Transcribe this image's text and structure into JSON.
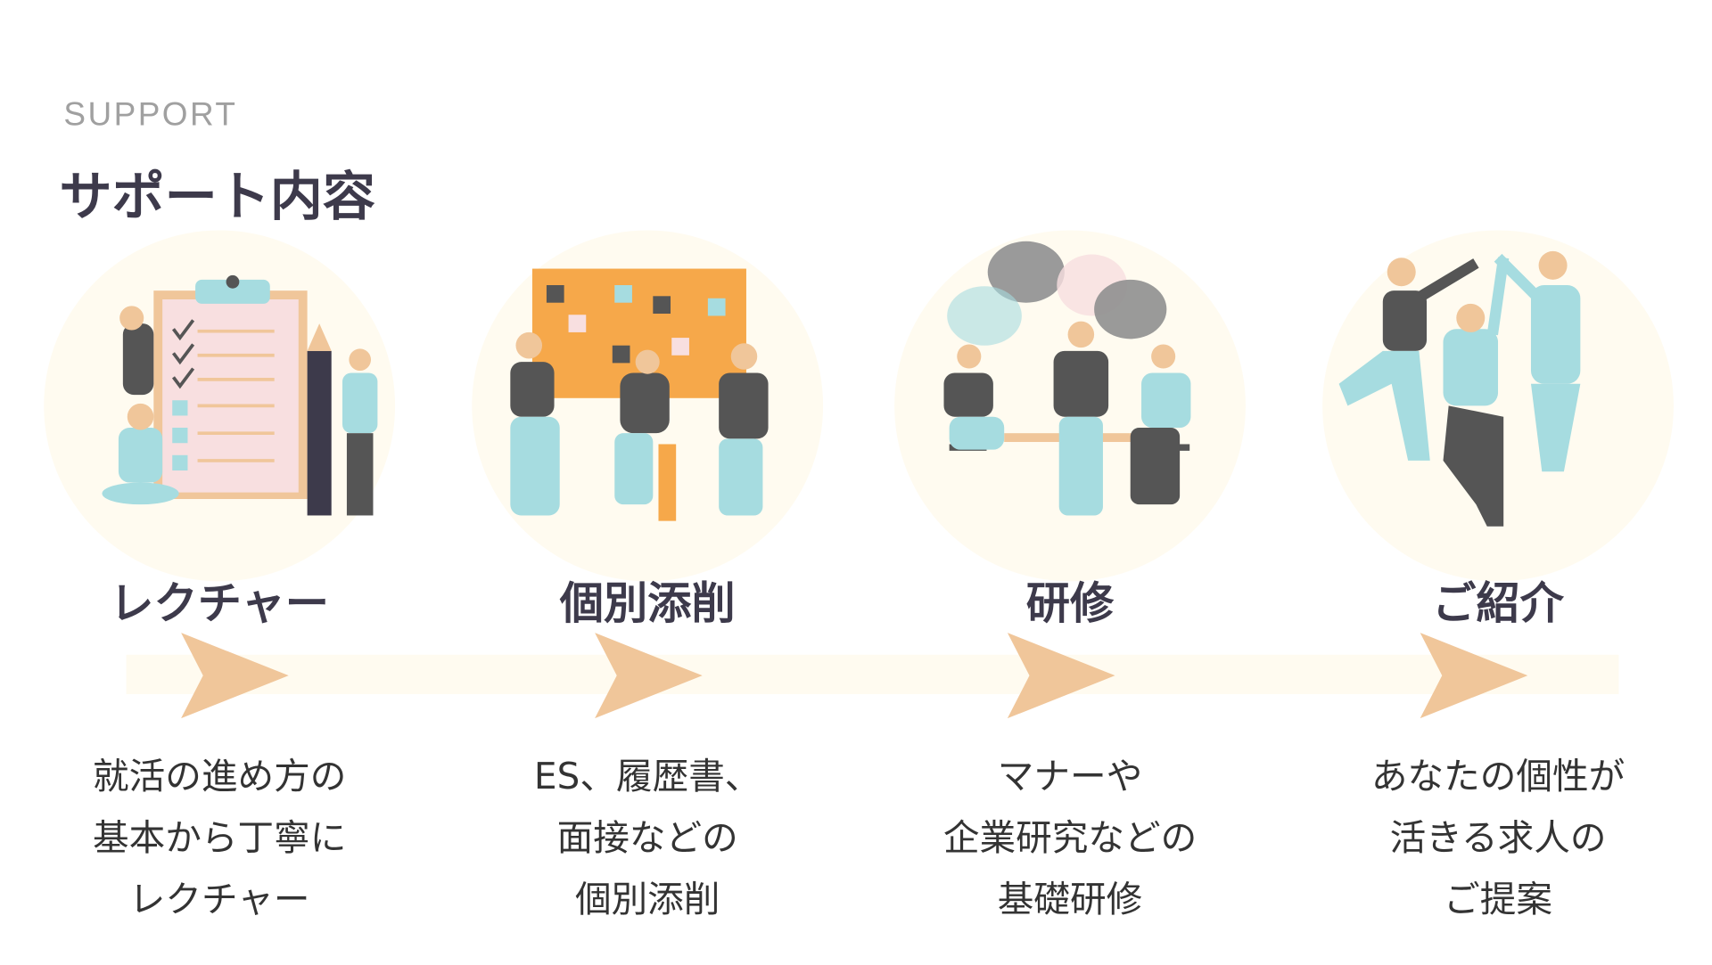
{
  "header": {
    "eyebrow": "SUPPORT",
    "title": "サポート内容"
  },
  "colors": {
    "accent": "#f0c69a",
    "title": "#3d3a4b",
    "circle": "#fffbf0",
    "teal": "#a6dce0",
    "orange": "#f6a84a"
  },
  "steps": [
    {
      "title": "レクチャー",
      "lines": [
        "就活の進め方の",
        "基本から丁寧に",
        "レクチャー"
      ],
      "icon": "clipboard-checklist-illustration"
    },
    {
      "title": "個別添削",
      "lines": [
        "ES、履歴書、",
        "面接などの",
        "個別添削"
      ],
      "icon": "board-meeting-illustration"
    },
    {
      "title": "研修",
      "lines": [
        "マナーや",
        "企業研究などの",
        "基礎研修"
      ],
      "icon": "discussion-illustration"
    },
    {
      "title": "ご紹介",
      "lines": [
        "あなたの個性が",
        "活きる求人の",
        "ご提案"
      ],
      "icon": "high-five-illustration"
    }
  ]
}
